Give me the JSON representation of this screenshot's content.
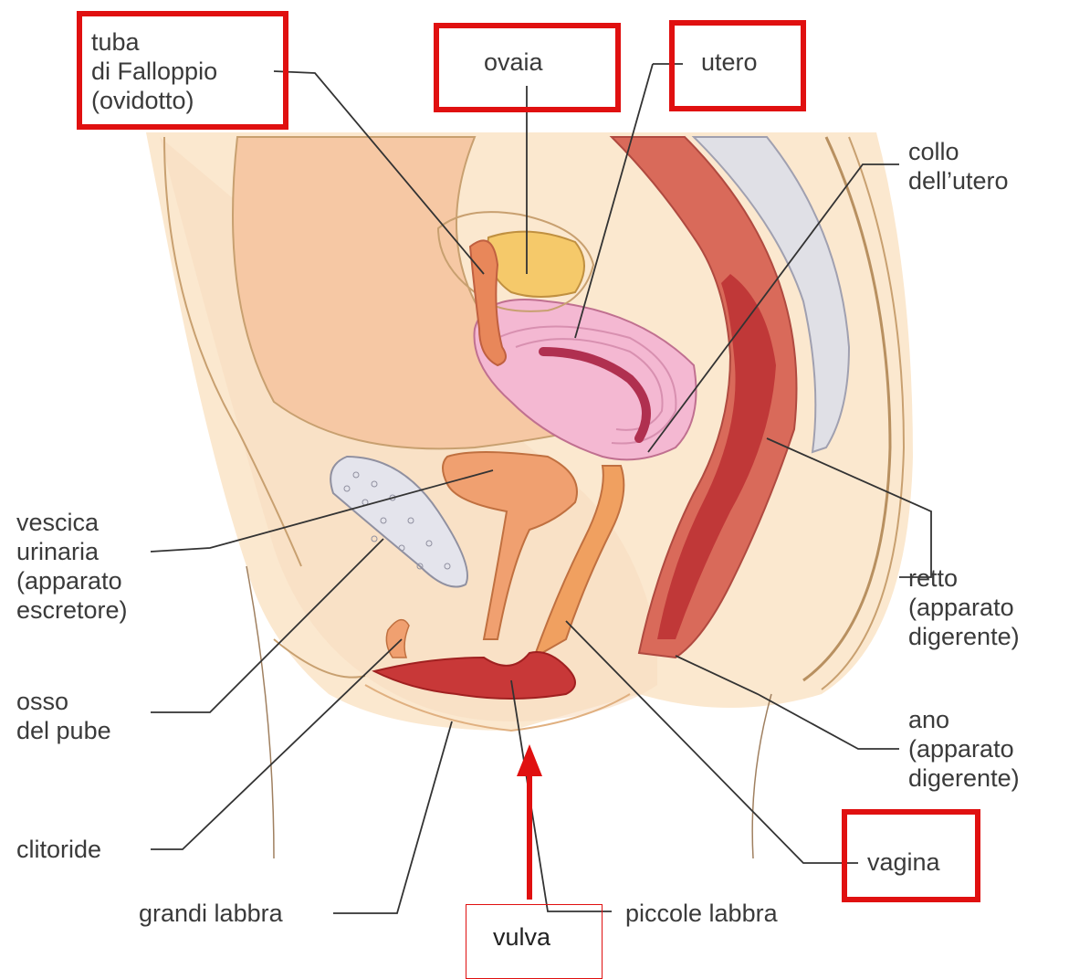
{
  "labels": {
    "tuba_line1": "tuba",
    "tuba_line2": "di Falloppio",
    "tuba_line3": "(ovidotto)",
    "ovaia": "ovaia",
    "utero": "utero",
    "collo_line1": "collo",
    "collo_line2": "dell’utero",
    "vescica_line1": "vescica",
    "vescica_line2": "urinaria",
    "vescica_line3": "(apparato",
    "vescica_line4": "escretore)",
    "retto_line1": "retto",
    "retto_line2": "(apparato",
    "retto_line3": "digerente)",
    "osso_line1": "osso",
    "osso_line2": "del pube",
    "ano_line1": "ano",
    "ano_line2": "(apparato",
    "ano_line3": "digerente)",
    "clitoride": "clitoride",
    "vagina": "vagina",
    "grandi_labbra": "grandi labbra",
    "piccole_labbra": "piccole labbra",
    "vulva": "vulva"
  },
  "colors": {
    "highlight_red": "#e01010",
    "leader_line": "#333333",
    "skin": "#fbe3c6",
    "uterus": "#f4b8d2",
    "muscle": "#d9564c",
    "ovary": "#f5c96a",
    "bladder": "#f0a070"
  }
}
